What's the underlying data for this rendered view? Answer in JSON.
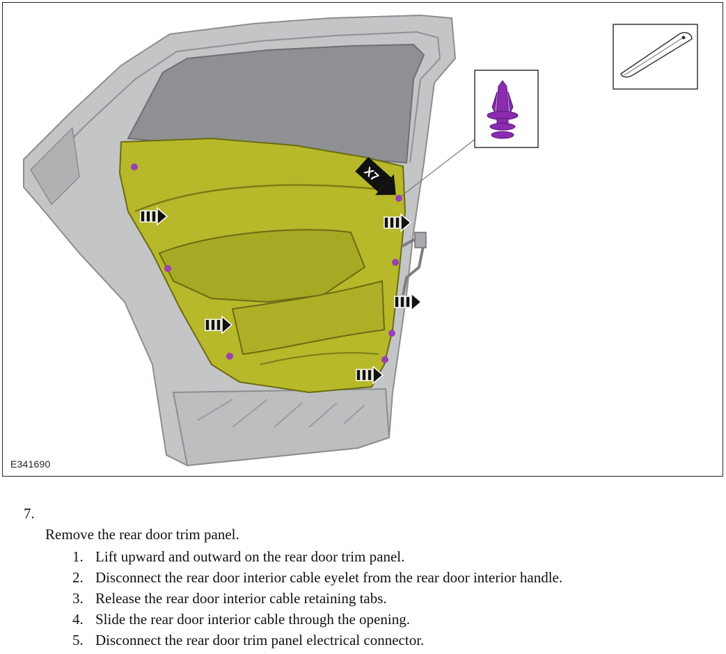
{
  "figure": {
    "id_label": "E341690",
    "callout": "X7"
  },
  "procedure": {
    "step_number": "7.",
    "title": "Remove the rear door trim panel.",
    "substeps": [
      {
        "num": "1.",
        "text": "Lift upward and outward on the rear door trim panel."
      },
      {
        "num": "2.",
        "text": "Disconnect the rear door interior cable eyelet from the rear door interior handle."
      },
      {
        "num": "3.",
        "text": "Release the rear door interior cable retaining tabs."
      },
      {
        "num": "4.",
        "text": "Slide the rear door interior cable through the opening."
      },
      {
        "num": "5.",
        "text": "Disconnect the rear door trim panel electrical connector."
      }
    ]
  },
  "colors": {
    "panel": "#b7b82a",
    "door_frame": "#b9babc",
    "window": "#8e8f92",
    "clip": "#8a2bb0",
    "dot": "#9b3fb5"
  }
}
